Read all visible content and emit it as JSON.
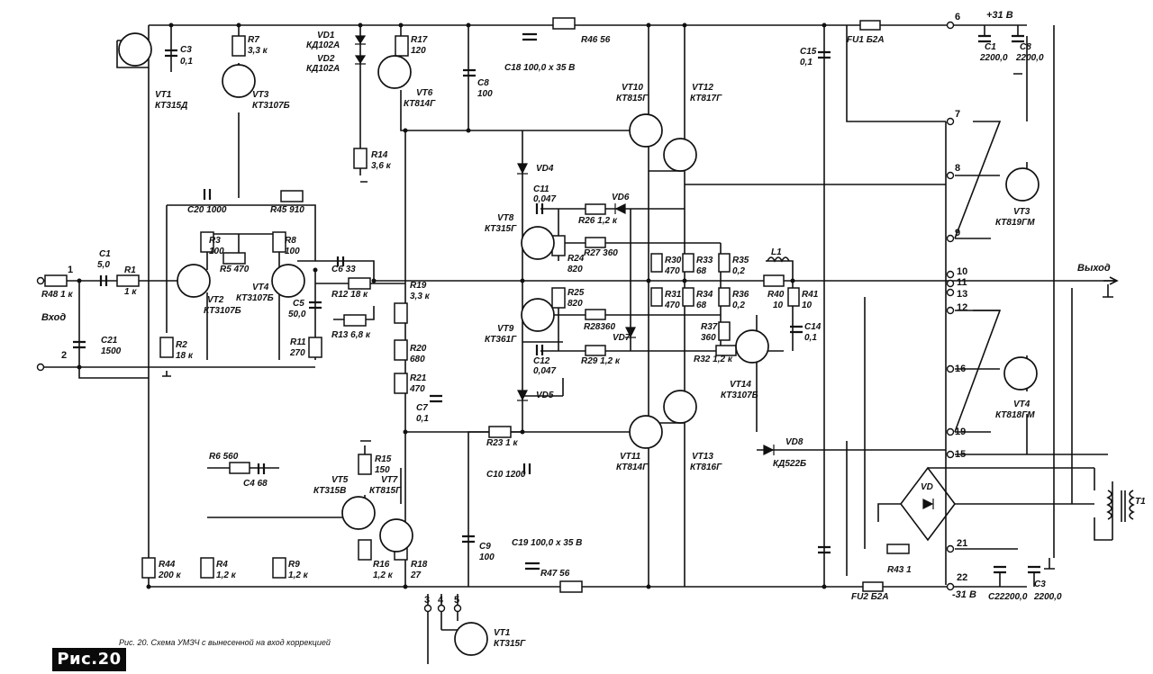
{
  "figure_badge": "Рис.20",
  "caption": "Рис. 20. Схема УМЗЧ с вынесенной на вход коррекцией",
  "io": {
    "input": "Вход",
    "output": "Выход",
    "pos_rail": "+31 В",
    "neg_rail": "-31 В"
  },
  "pins": [
    "1",
    "2",
    "3",
    "4",
    "5",
    "6",
    "7",
    "8",
    "9",
    "10",
    "11",
    "12",
    "13",
    "15",
    "16",
    "19",
    "21",
    "22"
  ],
  "components": {
    "C3": [
      "C3",
      "0,1"
    ],
    "R7": [
      "R7",
      "3,3 к"
    ],
    "VT1": [
      "VT1",
      "КТ315Д"
    ],
    "VT3": [
      "VT3",
      "КТ3107Б"
    ],
    "VD1": [
      "VD1",
      "КД102А"
    ],
    "VD2": [
      "VD2",
      "КД102А"
    ],
    "R17": [
      "R17",
      "120"
    ],
    "VT6": [
      "VT6",
      "КТ814Г"
    ],
    "R14": [
      "R14",
      "3,6 к"
    ],
    "C8a": [
      "C8",
      "100"
    ],
    "C18": [
      "C18",
      "100,0 x 35 В"
    ],
    "R46": [
      "R46",
      "56"
    ],
    "VT10": [
      "VT10",
      "КТ815Г"
    ],
    "VT12": [
      "VT12",
      "КТ817Г"
    ],
    "C15": [
      "C15",
      "0,1"
    ],
    "FU1": [
      "FU1",
      "Б2А"
    ],
    "C1p": [
      "C1",
      "2200,0"
    ],
    "C8p": [
      "C8",
      "2200,0"
    ],
    "C20": [
      "C20",
      "1000"
    ],
    "R45": [
      "R45",
      "910"
    ],
    "R3": [
      "R3",
      "100"
    ],
    "R8": [
      "R8",
      "100"
    ],
    "R5": [
      "R5",
      "470"
    ],
    "C6": [
      "C6",
      "33"
    ],
    "R12": [
      "R12",
      "18 к"
    ],
    "C5": [
      "C5",
      "50,0"
    ],
    "R13": [
      "R13",
      "6,8 к"
    ],
    "R11": [
      "R11",
      "270"
    ],
    "VT2": [
      "VT2",
      "КТ3107Б"
    ],
    "VT4": [
      "VT4",
      "КТ3107Б"
    ],
    "R48": [
      "R48",
      "1 к"
    ],
    "C1": [
      "C1",
      "5,0"
    ],
    "R1": [
      "R1",
      "1 к"
    ],
    "C21": [
      "C21",
      "1500"
    ],
    "R2": [
      "R2",
      "18 к"
    ],
    "VD4": [
      "VD4"
    ],
    "C11": [
      "C11",
      "0,047"
    ],
    "VD6": [
      "VD6"
    ],
    "VT8": [
      "VT8",
      "КТ315Г"
    ],
    "R26": [
      "R26",
      "1,2 к"
    ],
    "R27": [
      "R27",
      "360"
    ],
    "R24": [
      "R24",
      "820"
    ],
    "R25": [
      "R25",
      "820"
    ],
    "R28": [
      "R28",
      "360"
    ],
    "VT9": [
      "VT9",
      "КТ361Г"
    ],
    "VD7": [
      "VD7"
    ],
    "C12": [
      "C12",
      "0,047"
    ],
    "R29": [
      "R29",
      "1,2 к"
    ],
    "VD5": [
      "VD5"
    ],
    "R30": [
      "R30",
      "470"
    ],
    "R33": [
      "R33",
      "68"
    ],
    "R35": [
      "R35",
      "0,2"
    ],
    "R31": [
      "R31",
      "470"
    ],
    "R34": [
      "R34",
      "68"
    ],
    "R36": [
      "R36",
      "0,2"
    ],
    "L1": [
      "L1"
    ],
    "R40": [
      "R40",
      "10"
    ],
    "R41": [
      "R41",
      "10"
    ],
    "C14": [
      "C14",
      "0,1"
    ],
    "R37": [
      "R37",
      "360"
    ],
    "R32": [
      "R32",
      "1,2 к"
    ],
    "VT14": [
      "VT14",
      "КТ3107Б"
    ],
    "VT3b": [
      "VT3",
      "КТ819ГМ"
    ],
    "VT4b": [
      "VT4",
      "КТ818ГМ"
    ],
    "R19": [
      "R19",
      "3,3 к"
    ],
    "R20": [
      "R20",
      "680"
    ],
    "R21": [
      "R21",
      "470"
    ],
    "C7": [
      "C7",
      "0,1"
    ],
    "R23": [
      "R23",
      "1 к"
    ],
    "C10": [
      "C10",
      "1200"
    ],
    "VT11": [
      "VT11",
      "КТ814Г"
    ],
    "VT13": [
      "VT13",
      "КТ816Г"
    ],
    "VD8": [
      "VD8",
      "КД522Б"
    ],
    "VD": [
      "VD"
    ],
    "T1": [
      "T1"
    ],
    "R6": [
      "R6",
      "560"
    ],
    "C4": [
      "C4",
      "68"
    ],
    "R15": [
      "R15",
      "150"
    ],
    "VT5": [
      "VT5",
      "КТ315В"
    ],
    "VT7": [
      "VT7",
      "КТ815Г"
    ],
    "C9": [
      "C9",
      "100"
    ],
    "C19": [
      "C19",
      "100,0 x 35 В"
    ],
    "R47": [
      "R47",
      "56"
    ],
    "R44": [
      "R44",
      "200 к"
    ],
    "R4": [
      "R4",
      "1,2 к"
    ],
    "R9": [
      "R9",
      "1,2 к"
    ],
    "R16": [
      "R16",
      "1,2 к"
    ],
    "R18": [
      "R18",
      "27"
    ],
    "R43": [
      "R43",
      "1"
    ],
    "FU2": [
      "FU2",
      "Б2А"
    ],
    "C2": [
      "C2",
      "2200,0"
    ],
    "C3p": [
      "C3",
      "2200,0"
    ],
    "VT1b": [
      "VT1",
      "КТ315Г"
    ]
  }
}
